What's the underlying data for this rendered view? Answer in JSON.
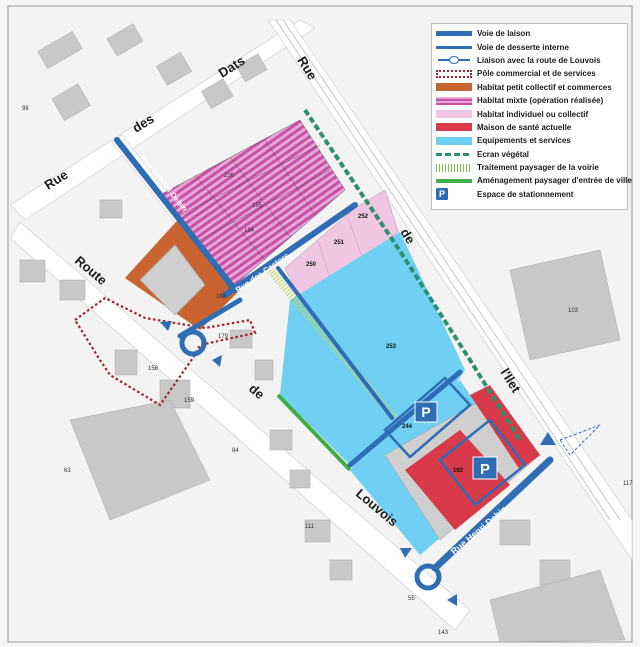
{
  "legend": {
    "items": [
      {
        "key": "voie_liaison",
        "label": "Voie de laison",
        "color": "#2f6db5"
      },
      {
        "key": "voie_desserte",
        "label": "Voie de desserte interne",
        "color": "#2f6db5"
      },
      {
        "key": "liaison_louvois",
        "label": "Liaison avec la route de Louvois",
        "color": "#2f6db5"
      },
      {
        "key": "pole_commercial",
        "label": "Pôle commercial et de services",
        "color": "#a4232a"
      },
      {
        "key": "habitat_petit",
        "label": "Habitat petit collectif et commerces",
        "color": "#c9632f"
      },
      {
        "key": "habitat_mixte",
        "label": "Habitat mixte (opération réalisée)",
        "color": "#c94fa8"
      },
      {
        "key": "habitat_indiv",
        "label": "Habitat individuel ou collectif",
        "color": "#f1c6e2"
      },
      {
        "key": "maison_sante",
        "label": "Maison de santé actuelle",
        "color": "#d93a4a"
      },
      {
        "key": "equipements",
        "label": "Equipements et services",
        "color": "#6fd0f3"
      },
      {
        "key": "ecran",
        "label": "Ecran végétal",
        "color": "#2e8f6e"
      },
      {
        "key": "traitement",
        "label": "Traitement paysager de la voirie",
        "color": "#7cc04a"
      },
      {
        "key": "amenagement",
        "label": "Aménagement paysager d'entrée de ville",
        "color": "#3fae49"
      },
      {
        "key": "stationnement",
        "label": "Espace de stationnement",
        "color": "#2f6db5",
        "symbol": "P"
      }
    ]
  },
  "roads": {
    "rue_des_dats": [
      "Rue",
      "des",
      "Dats"
    ],
    "route_de_louvois": [
      "Route",
      "de",
      "Louvois"
    ],
    "rue_de_lilet": [
      "Rue",
      "de",
      "l'Ilet"
    ],
    "rue_henri_debin": "Rue Henri Debin",
    "rue_gabriel_debin": "Rue Gabriel Debin",
    "rue_des_castors": "Rue des Castors"
  },
  "parking_symbol": "P",
  "parcels": {
    "p253": "253",
    "p244": "244",
    "p192": "192",
    "p252": "252",
    "p251": "251",
    "p250": "250",
    "p236": "236",
    "p195": "195",
    "p184": "184",
    "p183": "183",
    "p179": "179",
    "p158": "158",
    "p159": "159",
    "p103": "103",
    "p84": "84",
    "p63": "63",
    "p55": "55",
    "p117": "117",
    "p111": "111",
    "p143": "143",
    "p98": "98"
  }
}
